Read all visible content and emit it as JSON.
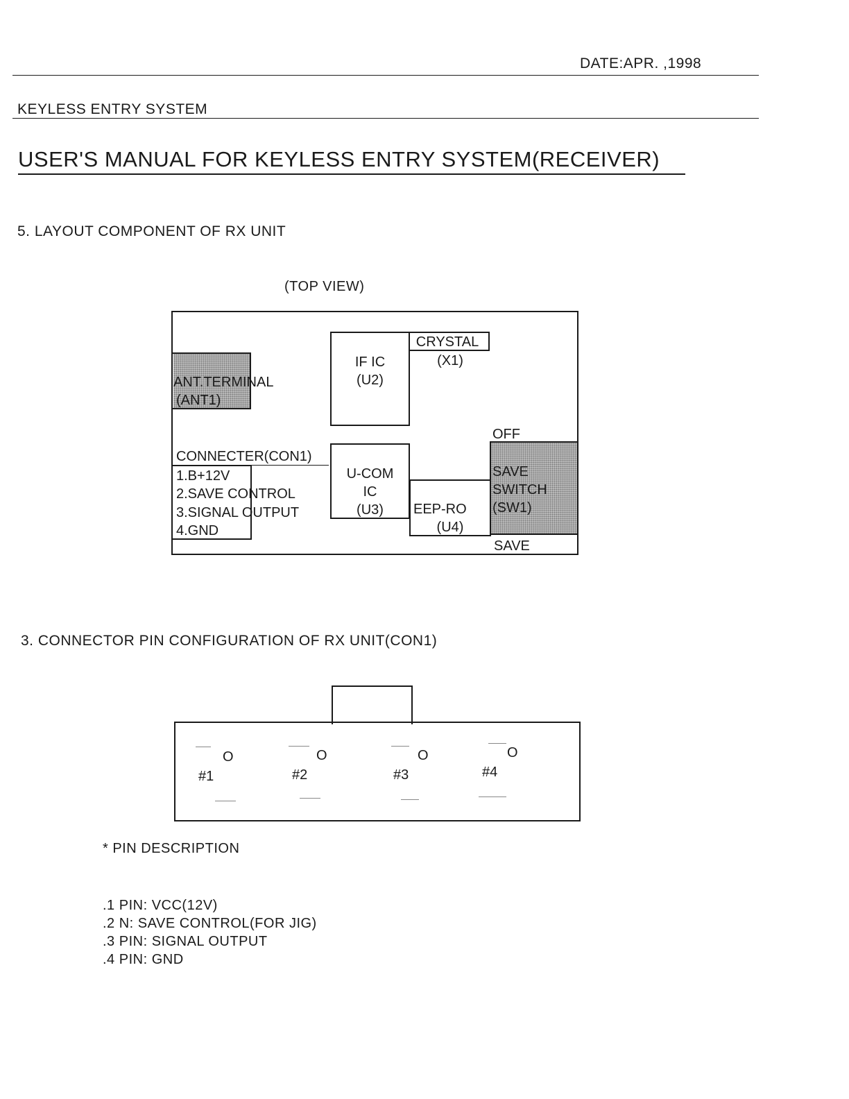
{
  "header": {
    "date": "DATE:APR.  ,1998",
    "system": "KEYLESS ENTRY SYSTEM"
  },
  "title": "USER'S MANUAL FOR  KEYLESS ENTRY SYSTEM(RECEIVER)",
  "section5": {
    "heading": "5. LAYOUT COMPONENT OF RX UNIT",
    "view_label": "(TOP VIEW)",
    "components": {
      "ant_line1": "ANT.TERMINAL",
      "ant_line2": "(ANT1)",
      "ifc_line1": "IF IC",
      "ifc_line2": "(U2)",
      "crystal_line1": "CRYSTAL",
      "crystal_line2": "(X1)",
      "connecter_title": "CONNECTER(CON1)",
      "connecter_pin1": "1.B+12V",
      "connecter_pin2": "2.SAVE CONTROL",
      "connecter_pin3": "3.SIGNAL OUTPUT",
      "connecter_pin4": "4.GND",
      "ucom_line1": "U-COM",
      "ucom_line2": "IC",
      "ucom_line3": "(U3)",
      "eep_line1": "EEP-RO",
      "eep_line2": "(U4)",
      "switch_off": "OFF",
      "switch_line1": "SAVE",
      "switch_line2": "SWITCH",
      "switch_line3": "(SW1)",
      "switch_save": "SAVE"
    }
  },
  "section6": {
    "heading": "3. CONNECTOR PIN CONFIGURATION OF RX UNIT(CON1)",
    "pins": [
      {
        "mark": "O",
        "label": "#1"
      },
      {
        "mark": "O",
        "label": "#2"
      },
      {
        "mark": "O",
        "label": "#3"
      },
      {
        "mark": "O",
        "label": "#4"
      }
    ],
    "description_title": "* PIN DESCRIPTION",
    "descriptions": [
      ".1 PIN: VCC(12V)",
      ".2    N: SAVE CONTROL(FOR JIG)",
      ".3 PIN: SIGNAL OUTPUT",
      ".4 PIN: GND"
    ]
  }
}
